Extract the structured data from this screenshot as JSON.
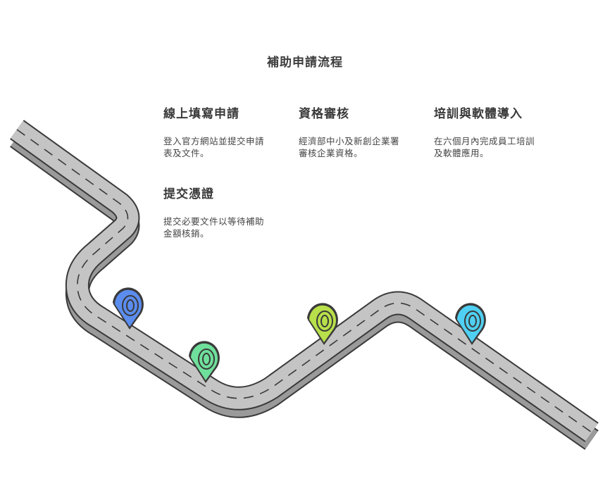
{
  "title": "補助申請流程",
  "steps": [
    {
      "heading": "線上填寫申請",
      "desc": "登入官方網站並提交申請表及文件。"
    },
    {
      "heading": "資格審核",
      "desc": "經濟部中小及新創企業署審核企業資格。"
    },
    {
      "heading": "培訓與軟體導入",
      "desc": "在六個月內完成員工培訓及軟體應用。"
    },
    {
      "heading": "提交憑證",
      "desc": "提交必要文件以等待補助金額核銷。"
    }
  ],
  "markers": [
    {
      "name": "blue-pin",
      "color": "#5b8def"
    },
    {
      "name": "green-pin",
      "color": "#6fe09c"
    },
    {
      "name": "lime-pin",
      "color": "#b8e04a"
    },
    {
      "name": "cyan-pin",
      "color": "#4fd0f2"
    }
  ]
}
